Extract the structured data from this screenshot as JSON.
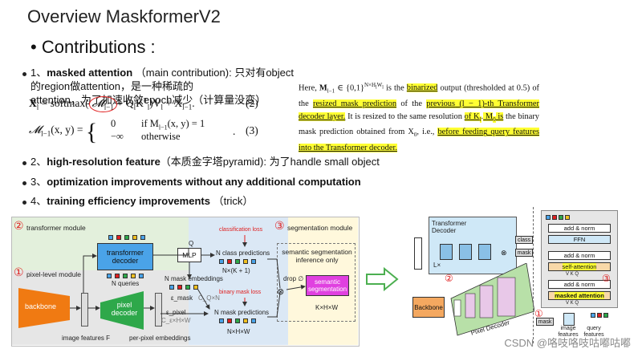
{
  "slide": {
    "title": "Overview MaskformerV2",
    "subtitle": "• Contributions :",
    "bullets": [
      {
        "num": "1、",
        "bold": "masked attention",
        "text": " （main contribution): 只对有object的region做attention，是一种稀疏的",
        "line2": "attention，为了加速收敛epoch减少（计算量没变）"
      },
      {
        "num": "2、",
        "bold": "high-resolution feature",
        "text": "（本质金字塔pyramid): 为了handle small object"
      },
      {
        "num": "3、",
        "bold": "optimization improvements without any additional computation",
        "text": ""
      },
      {
        "num": "4、",
        "bold": "training efficiency improvements",
        "text": " （trick）"
      }
    ]
  },
  "formulas": {
    "eq2_lhs": "X",
    "eq2_body": " = softmax(",
    "eq2_rest": "+ Q",
    "eq2_tail": ")V",
    "eq2_end": "+ X",
    "eq2_tag": "(2)",
    "eq3_tag": "(3)",
    "eq3_case1_val": "0",
    "eq3_case1_cond": "if M",
    "eq3_case1_eq": "(x, y) = 1",
    "eq3_case2_val": "−∞",
    "eq3_case2_cond": "otherwise"
  },
  "paragraph": {
    "p1": "Here, ",
    "p2": "M",
    "p3": " ∈ {0,1}",
    "p4": " is the ",
    "p5": "binarized",
    "p6": " output (thresholded at 0.5) of the ",
    "p7": "resized mask prediction",
    "p8": " of the ",
    "p9": "previous",
    "p10": " (l − 1)-th Transformer decoder layer.",
    "p11": " It is resized to the same resolution ",
    "p12": "of K",
    "p13": ".",
    "p14": " M",
    "p15": " is",
    "p16": " the binary mask prediction obtained from X",
    "p17": ", i.e., ",
    "p18": "before feeding query features",
    "p19": " into the Transformer decoder."
  },
  "diagram_left": {
    "circle1": "①",
    "circle2": "②",
    "circle3": "③",
    "transformer_module": "transformer module",
    "pixel_level_module": "pixel-level module",
    "segmentation_module": "segmentation module",
    "backbone": "backbone",
    "pixel_decoder": "pixel decoder",
    "transformer_decoder": "transformer decoder",
    "n_queries": "N queries",
    "mlp": "MLP",
    "q_label": "Q",
    "class_loss": "classification loss",
    "n_class_pred": "N class predictions",
    "n_k1": "N×(K + 1)",
    "n_mask_emb": "N mask embeddings",
    "e_mask": "ε_mask",
    "cq_n": "C_Q×N",
    "binary_loss": "binary mask loss",
    "n_mask_pred": "N mask predictions",
    "n_h_w": "N×H×W",
    "e_pixel": "ε_pixel",
    "c_h_w": "C_ε×H×W",
    "image_features": "image features F",
    "per_pixel": "per-pixel embeddings",
    "sem_seg_inf": "semantic segmentation inference only",
    "drop": "drop ∅",
    "sem_seg": "semantic segmentation",
    "k_h_w": "K×H×W"
  },
  "diagram_right": {
    "transformer_decoder": "Transformer Decoder",
    "lx": "L×",
    "class": "class",
    "mask": "mask",
    "backbone": "Backbone",
    "pixel_decoder": "Pixel Decoder",
    "add_norm": "add & norm",
    "ffn": "FFN",
    "self_attention": "self-attention",
    "masked_attention": "masked attention",
    "vkq": "V  K  Q",
    "mask_box": "mask",
    "image_features": "image features",
    "query_features": "query features",
    "circle2": "②",
    "circle3": "③",
    "circle1": "①"
  },
  "watermark": "CSDN @咯吱咯吱咕嘟咕嘟",
  "colors": {
    "highlight": "#ffff33",
    "red": "#e02020",
    "blue_box": "#4aa3e8",
    "green_box": "#2ea84a",
    "orange_box": "#f07a12",
    "pink_box": "#e040e0"
  }
}
